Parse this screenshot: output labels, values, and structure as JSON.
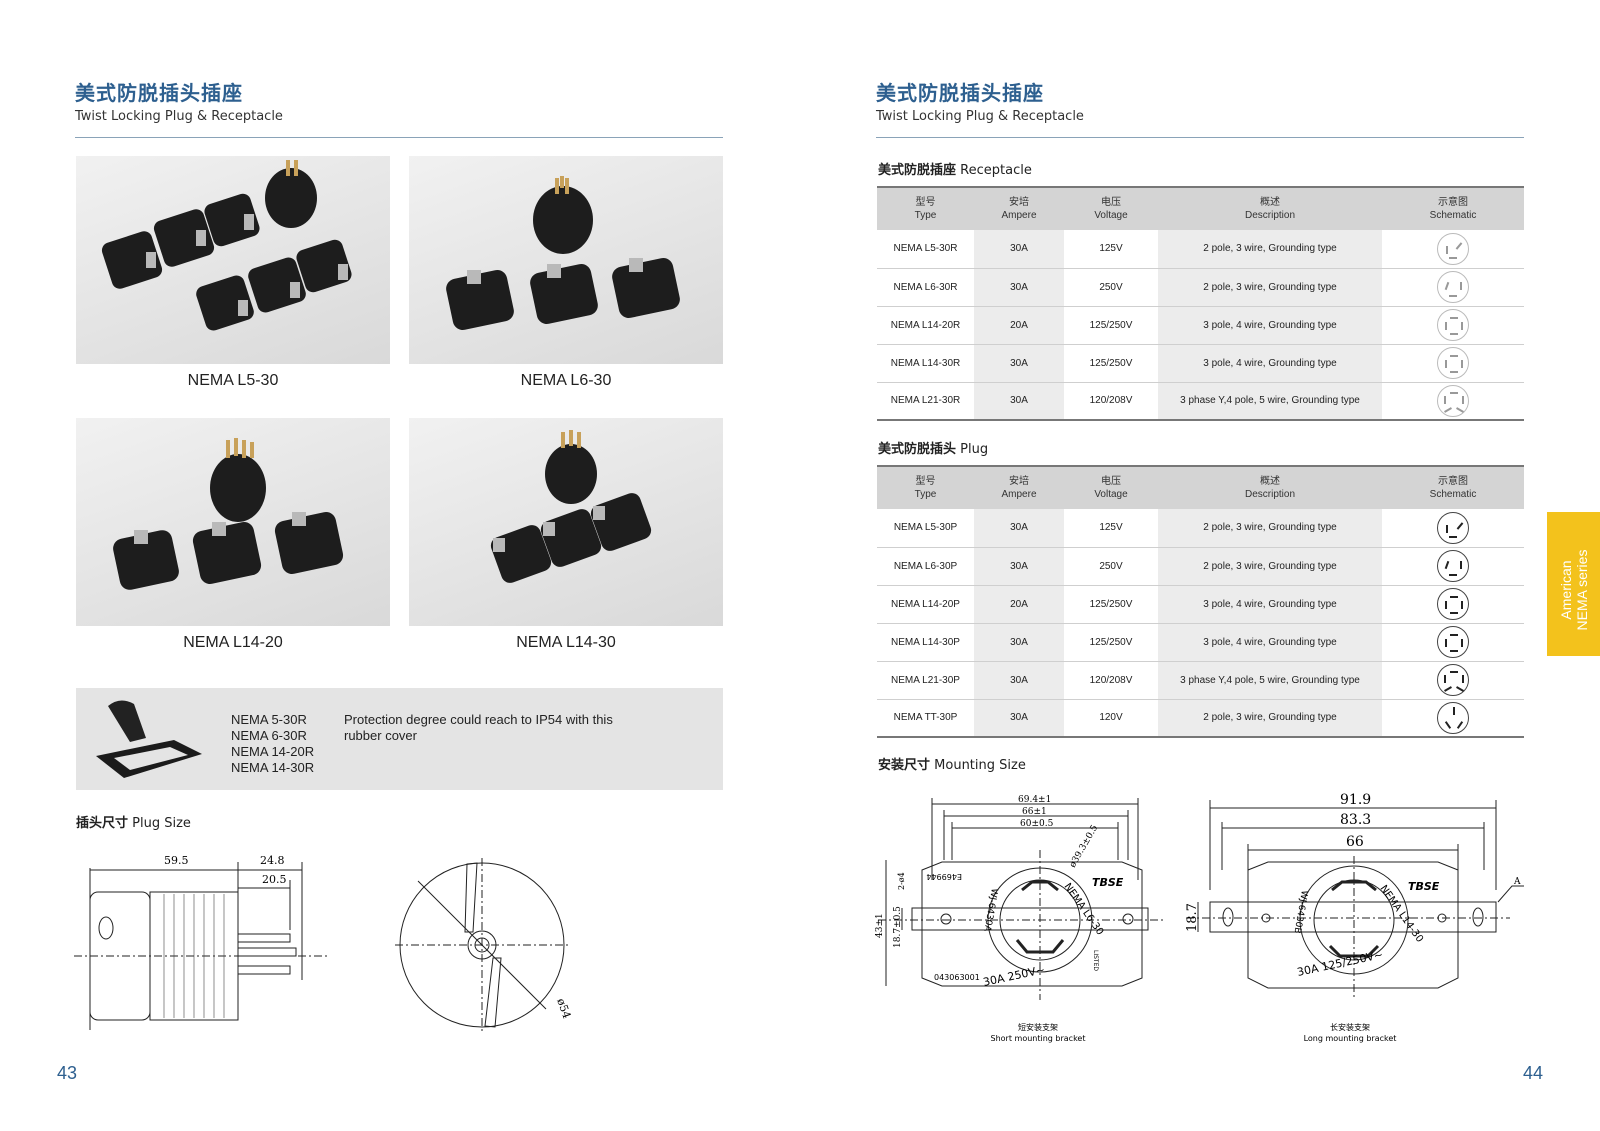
{
  "left": {
    "title_cn": "美式防脱插头插座",
    "title_en": "Twist Locking Plug & Receptacle",
    "photos": [
      {
        "caption": "NEMA L5-30"
      },
      {
        "caption": "NEMA L6-30"
      },
      {
        "caption": "NEMA L14-20"
      },
      {
        "caption": "NEMA L14-30"
      }
    ],
    "cover": {
      "models": [
        "NEMA 5-30R",
        "NEMA 6-30R",
        "NEMA 14-20R",
        "NEMA 14-30R"
      ],
      "text": "Protection degree could reach to IP54 with this rubber cover"
    },
    "plug_size": {
      "label_cn": "插头尺寸",
      "label_en": "Plug Size",
      "dims": {
        "d1": "59.5",
        "d2": "24.8",
        "d3": "20.5",
        "d4": "ø54"
      }
    },
    "page_number": "43"
  },
  "right": {
    "title_cn": "美式防脱插头插座",
    "title_en": "Twist Locking Plug & Receptacle",
    "receptacle": {
      "label_cn": "美式防脱插座",
      "label_en": "Receptacle",
      "headers": [
        {
          "cn": "型号",
          "en": "Type"
        },
        {
          "cn": "安培",
          "en": "Ampere"
        },
        {
          "cn": "电压",
          "en": "Voltage"
        },
        {
          "cn": "概述",
          "en": "Description"
        },
        {
          "cn": "示意图",
          "en": "Schematic"
        }
      ],
      "rows": [
        {
          "type": "NEMA L5-30R",
          "ampere": "30A",
          "voltage": "125V",
          "desc": "2 pole, 3 wire, Grounding type"
        },
        {
          "type": "NEMA L6-30R",
          "ampere": "30A",
          "voltage": "250V",
          "desc": "2 pole, 3 wire, Grounding type"
        },
        {
          "type": "NEMA L14-20R",
          "ampere": "20A",
          "voltage": "125/250V",
          "desc": "3 pole, 4 wire, Grounding type"
        },
        {
          "type": "NEMA  L14-30R",
          "ampere": "30A",
          "voltage": "125/250V",
          "desc": "3 pole, 4 wire, Grounding type"
        },
        {
          "type": "NEMA L21-30R",
          "ampere": "30A",
          "voltage": "120/208V",
          "desc": "3 phase Y,4 pole, 5 wire, Grounding type"
        }
      ]
    },
    "plug": {
      "label_cn": "美式防脱插头",
      "label_en": "Plug",
      "headers": [
        {
          "cn": "型号",
          "en": "Type"
        },
        {
          "cn": "安培",
          "en": "Ampere"
        },
        {
          "cn": "电压",
          "en": "Voltage"
        },
        {
          "cn": "概述",
          "en": "Description"
        },
        {
          "cn": "示意图",
          "en": "Schematic"
        }
      ],
      "rows": [
        {
          "type": "NEMA L5-30P",
          "ampere": "30A",
          "voltage": "125V",
          "desc": "2 pole, 3 wire, Grounding type"
        },
        {
          "type": "NEMA L6-30P",
          "ampere": "30A",
          "voltage": "250V",
          "desc": "2 pole, 3 wire, Grounding type"
        },
        {
          "type": "NEMA L14-20P",
          "ampere": "20A",
          "voltage": "125/250V",
          "desc": "3 pole, 4 wire, Grounding type"
        },
        {
          "type": "NEMA  L14-30P",
          "ampere": "30A",
          "voltage": "125/250V",
          "desc": "3 pole, 4 wire, Grounding type"
        },
        {
          "type": "NEMA L21-30P",
          "ampere": "30A",
          "voltage": "120/208V",
          "desc": "3 phase Y,4 pole, 5 wire, Grounding type"
        },
        {
          "type": "NEMA TT-30P",
          "ampere": "30A",
          "voltage": "120V",
          "desc": "2 pole, 3 wire, Grounding type"
        }
      ]
    },
    "mounting": {
      "label_cn": "安装尺寸",
      "label_en": "Mounting Size",
      "short": {
        "d1": "69.4±1",
        "d2": "66±1",
        "d3": "60±0.5",
        "dia": "ø39.3±0.5",
        "h1": "43±1",
        "h2": "18.7±0.5",
        "hole": "2-ø4",
        "cn": "短安装支架",
        "en": "Short mounting bracket",
        "brand": "TBSE",
        "code": "043063001",
        "rating": "30A  250V~",
        "model": "NEMA L6-30",
        "part": "WJ-6430A",
        "cert": "E469944",
        "mark": "LISTED"
      },
      "long": {
        "d1": "91.9",
        "d2": "83.3",
        "d3": "66",
        "h1": "18.7",
        "cn": "长安装支架",
        "en": "Long mounting bracket",
        "brand": "TBSE",
        "rating": "30A  125/250V~",
        "model": "NEMA L14-30",
        "part": "WJ-6430B",
        "marker": "A"
      }
    },
    "page_number": "44",
    "side_tab": {
      "line1": "American",
      "line2": "NEMA series"
    }
  }
}
